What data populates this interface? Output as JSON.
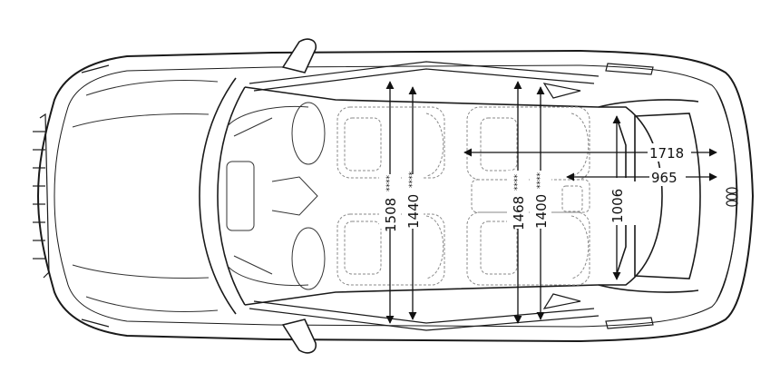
{
  "diagram": {
    "type": "vehicle-top-view-dimensions",
    "dimensions": {
      "front_shoulder_width": "1508",
      "front_hip_width": "1440",
      "rear_shoulder_width": "1468",
      "rear_hip_width": "1400",
      "cargo_width_between_wheel_arches": "1006",
      "cargo_length_seats_folded": "1718",
      "cargo_length": "965"
    },
    "markers": {
      "front_shoulder_width": "****",
      "front_hip_width": "****",
      "rear_shoulder_width": "****",
      "rear_hip_width": "****"
    },
    "colors": {
      "line": "#1a1a1a",
      "dashed": "#8a8a8a",
      "background": "#ffffff"
    }
  }
}
